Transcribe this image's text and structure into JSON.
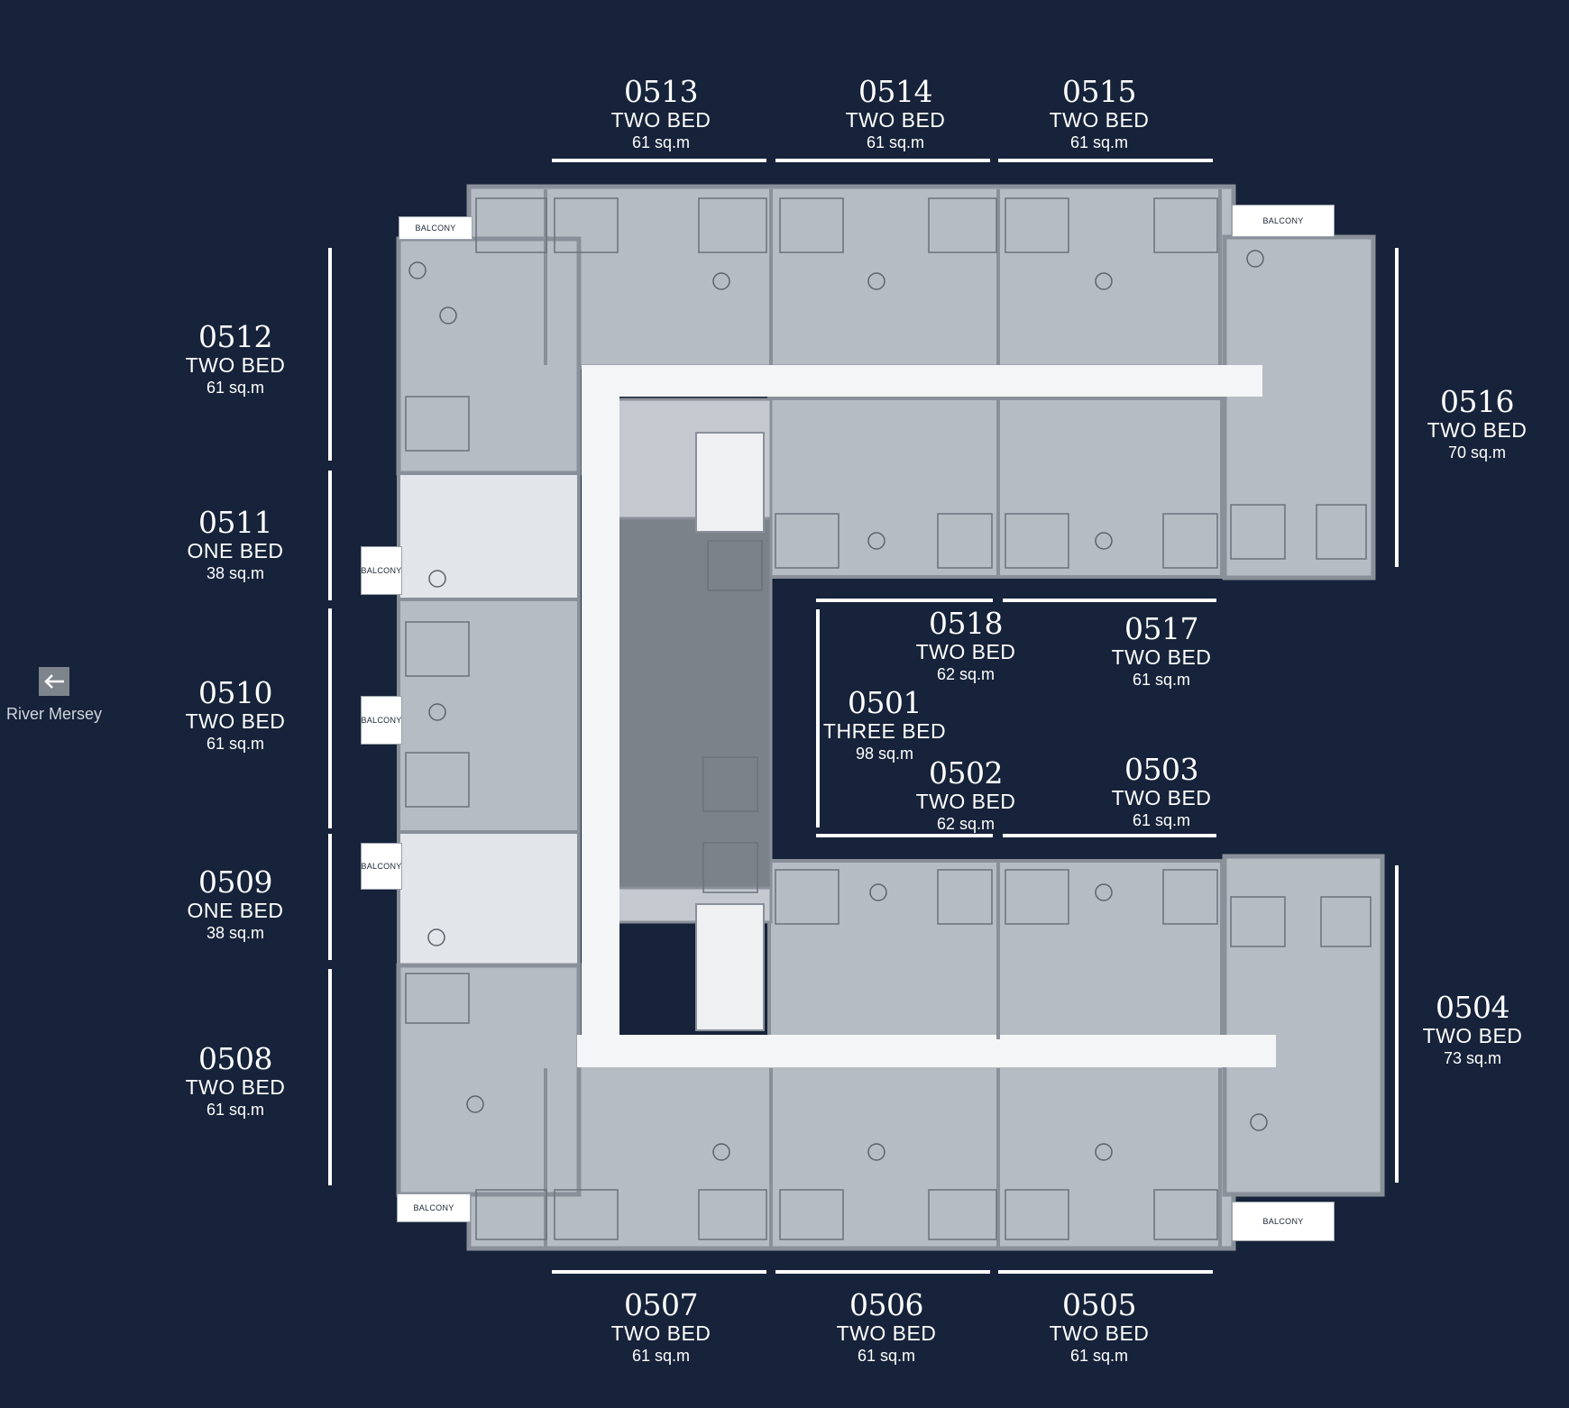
{
  "navigation": {
    "label": "River Mersey",
    "icon": "arrow-left-icon"
  },
  "balcony_label": "BALCONY",
  "colors": {
    "background": "#16233a",
    "unit_fill": "#b6bcc4",
    "one_bed_fill": "#e2e5e9",
    "three_bed_fill": "#7b828a",
    "corridor": "#f4f5f6",
    "wall": "#8a9099"
  },
  "units": [
    {
      "id": "0513",
      "type": "TWO BED",
      "area": "61 sq.m"
    },
    {
      "id": "0514",
      "type": "TWO BED",
      "area": "61 sq.m"
    },
    {
      "id": "0515",
      "type": "TWO BED",
      "area": "61 sq.m"
    },
    {
      "id": "0512",
      "type": "TWO BED",
      "area": "61 sq.m"
    },
    {
      "id": "0516",
      "type": "TWO BED",
      "area": "70 sq.m"
    },
    {
      "id": "0511",
      "type": "ONE BED",
      "area": "38 sq.m"
    },
    {
      "id": "0518",
      "type": "TWO BED",
      "area": "62 sq.m"
    },
    {
      "id": "0517",
      "type": "TWO BED",
      "area": "61 sq.m"
    },
    {
      "id": "0510",
      "type": "TWO BED",
      "area": "61 sq.m"
    },
    {
      "id": "0501",
      "type": "THREE BED",
      "area": "98 sq.m"
    },
    {
      "id": "0502",
      "type": "TWO BED",
      "area": "62 sq.m"
    },
    {
      "id": "0503",
      "type": "TWO BED",
      "area": "61 sq.m"
    },
    {
      "id": "0509",
      "type": "ONE BED",
      "area": "38 sq.m"
    },
    {
      "id": "0508",
      "type": "TWO BED",
      "area": "61 sq.m"
    },
    {
      "id": "0504",
      "type": "TWO BED",
      "area": "73 sq.m"
    },
    {
      "id": "0507",
      "type": "TWO BED",
      "area": "61 sq.m"
    },
    {
      "id": "0506",
      "type": "TWO BED",
      "area": "61 sq.m"
    },
    {
      "id": "0505",
      "type": "TWO BED",
      "area": "61 sq.m"
    }
  ]
}
